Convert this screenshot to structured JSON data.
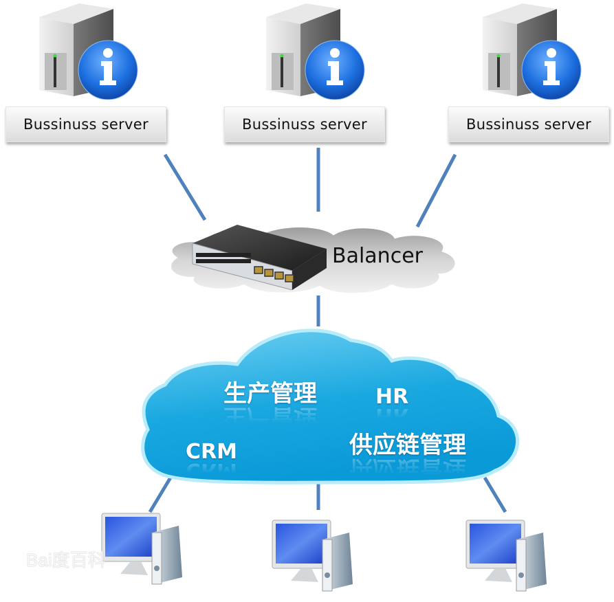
{
  "servers": [
    {
      "label": "Bussinuss server",
      "icon": "server-info-icon"
    },
    {
      "label": "Bussinuss server",
      "icon": "server-info-icon"
    },
    {
      "label": "Bussinuss server",
      "icon": "server-info-icon"
    }
  ],
  "balancer": {
    "label": "Balancer",
    "icon": "network-switch-icon"
  },
  "cloud": {
    "modules": [
      "生产管理",
      "HR",
      "CRM",
      "供应链管理"
    ]
  },
  "clients": [
    {
      "icon": "desktop-computer-icon"
    },
    {
      "icon": "desktop-computer-icon"
    },
    {
      "icon": "desktop-computer-icon"
    }
  ],
  "watermark": "Bai度百科",
  "colors": {
    "link": "#4f81bd",
    "cloud_top": "#6fd0f2",
    "cloud_bottom": "#0a9ad8",
    "cloud_border": "#b9ecfa",
    "balancer_cloud": "#d9d9d9"
  }
}
